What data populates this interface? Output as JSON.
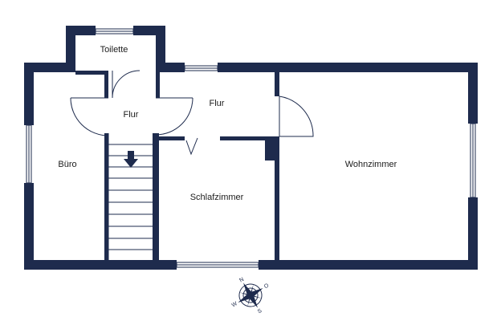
{
  "rooms": {
    "toilette": "Toilette",
    "flur_1": "Flur",
    "flur_2": "Flur",
    "buero": "Büro",
    "schlafzimmer": "Schlafzimmer",
    "wohnzimmer": "Wohnzimmer"
  },
  "compass": {
    "n": "N",
    "o": "O",
    "s": "S",
    "w": "W"
  },
  "colors": {
    "wall": "#1e2b4d",
    "background": "#ffffff"
  }
}
